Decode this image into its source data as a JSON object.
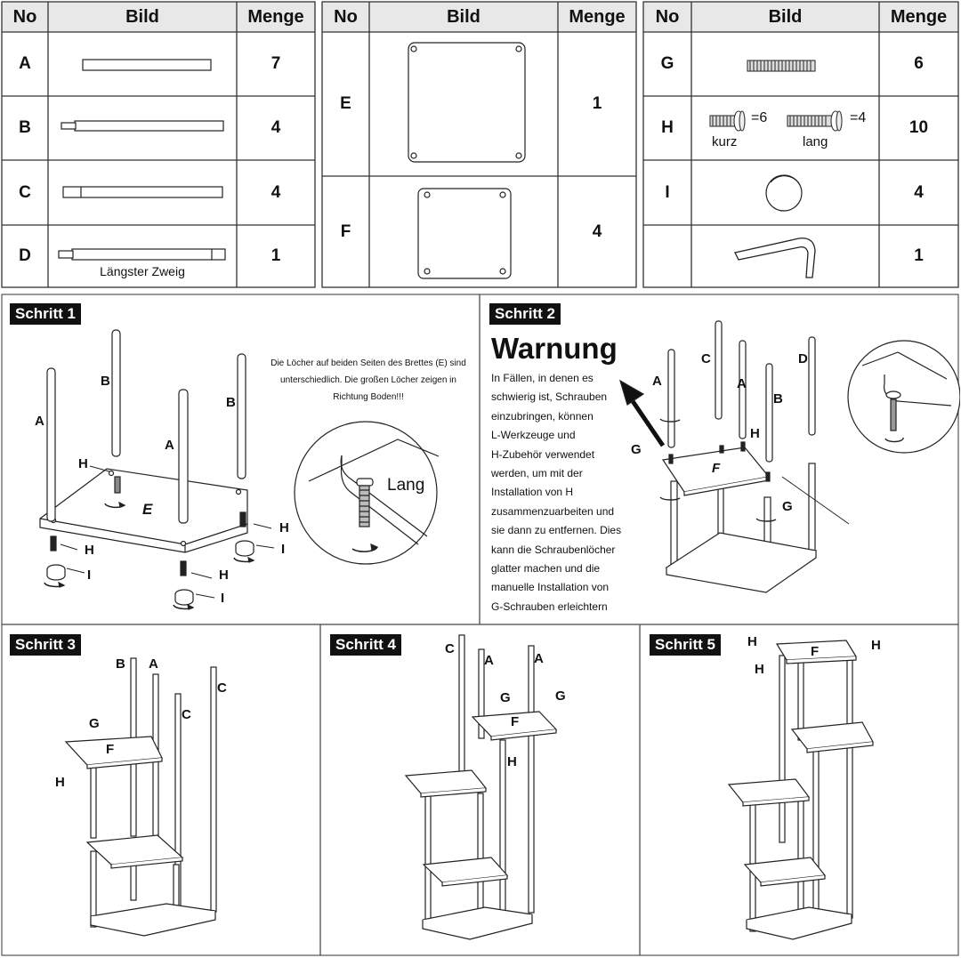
{
  "table": {
    "headers": {
      "no": "No",
      "bild": "Bild",
      "menge": "Menge"
    },
    "parts": [
      {
        "no": "A",
        "menge": "7"
      },
      {
        "no": "B",
        "menge": "4"
      },
      {
        "no": "C",
        "menge": "4"
      },
      {
        "no": "D",
        "menge": "1",
        "caption": "Längster Zweig"
      },
      {
        "no": "E",
        "menge": "1"
      },
      {
        "no": "F",
        "menge": "4"
      },
      {
        "no": "G",
        "menge": "6"
      },
      {
        "no": "H",
        "menge": "10",
        "short_count": "=6",
        "long_count": "=4",
        "short_label": "kurz",
        "long_label": "lang"
      },
      {
        "no": "I",
        "menge": "4"
      },
      {
        "no": "",
        "menge": "1"
      }
    ]
  },
  "steps": {
    "s1": {
      "badge": "Schritt 1",
      "note": "Die Löcher auf beiden Seiten des Brettes (E) sind unterschiedlich. Die großen Löcher zeigen in Richtung Boden!!!",
      "zoom_label": "Lang",
      "labels": {
        "a": "A",
        "b": "B",
        "e": "E",
        "h": "H",
        "i": "I"
      }
    },
    "s2": {
      "badge": "Schritt 2",
      "warning_title": "Warnung",
      "warning_lines": [
        "In Fällen, in denen es",
        "schwierig ist, Schrauben",
        "einzubringen, können",
        "L-Werkzeuge und",
        "H-Zubehör verwendet",
        "werden, um mit der",
        "Installation von H",
        "zusammenzuarbeiten und",
        "sie dann zu entfernen. Dies",
        "kann die Schraubenlöcher",
        "glatter machen und die",
        "manuelle Installation von",
        "G-Schrauben erleichtern"
      ],
      "labels": {
        "a": "A",
        "b": "B",
        "c": "C",
        "d": "D",
        "f": "F",
        "g": "G",
        "h": "H"
      }
    },
    "s3": {
      "badge": "Schritt 3",
      "labels": {
        "a": "A",
        "b": "B",
        "c": "C",
        "f": "F",
        "g": "G",
        "h": "H"
      }
    },
    "s4": {
      "badge": "Schritt 4",
      "labels": {
        "a": "A",
        "c": "C",
        "f": "F",
        "g": "G",
        "h": "H"
      }
    },
    "s5": {
      "badge": "Schritt 5",
      "labels": {
        "f": "F",
        "h": "H"
      }
    }
  }
}
